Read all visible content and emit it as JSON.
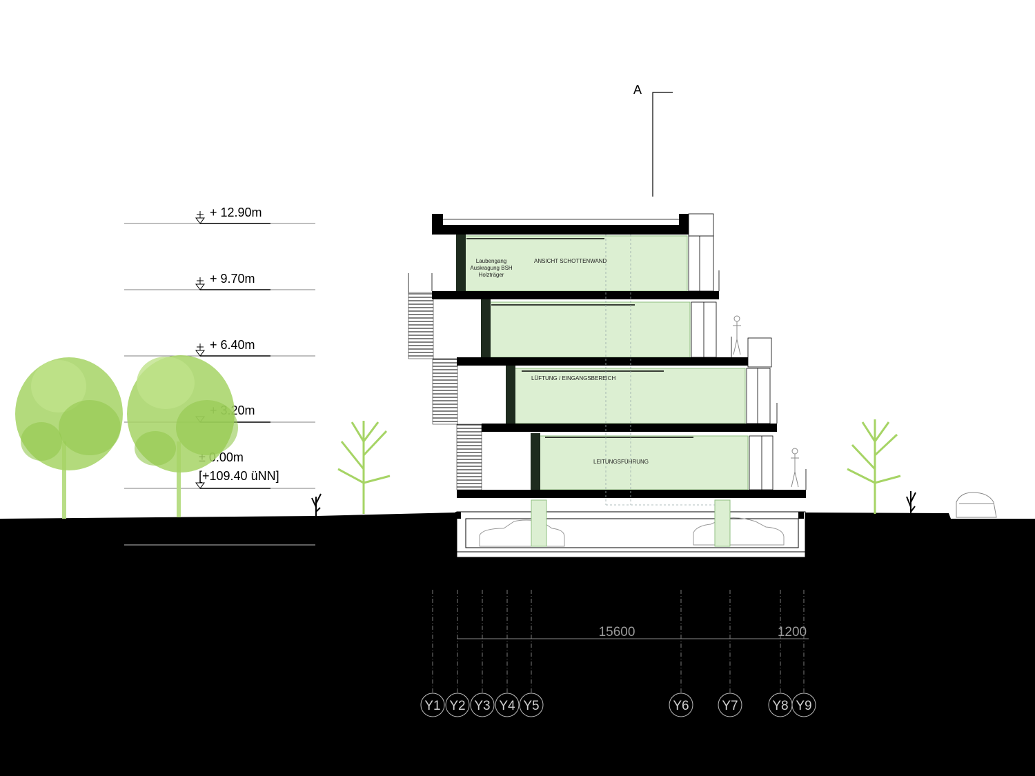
{
  "section_marker": "A",
  "levels": [
    {
      "label": "+ 12.90m"
    },
    {
      "label": "+ 9.70m"
    },
    {
      "label": "+ 6.40m"
    },
    {
      "label": "+ 3.20m"
    },
    {
      "label": "± 0.00m",
      "sub": "[+109.40 üNN]"
    }
  ],
  "annotations": {
    "laubengang_line1": "Laubengang",
    "laubengang_line2": "Auskragung BSH",
    "laubengang_line3": "Holzträger",
    "schottenwand": "ANSICHT SCHOTTENWAND",
    "lueftung": "LÜFTUNG / EINGANGSBEREICH",
    "leitung": "LEITUNGSFÜHRUNG"
  },
  "dimensions": {
    "main": "15600",
    "secondary": "1200"
  },
  "axes": [
    "Y1",
    "Y2",
    "Y3",
    "Y4",
    "Y5",
    "Y6",
    "Y7",
    "Y8",
    "Y9"
  ],
  "colors": {
    "room_fill": "#dcefd2",
    "room_stroke": "#8fbf80",
    "tree": "#9fd05a",
    "ground": "#000000",
    "slab": "#000000"
  }
}
